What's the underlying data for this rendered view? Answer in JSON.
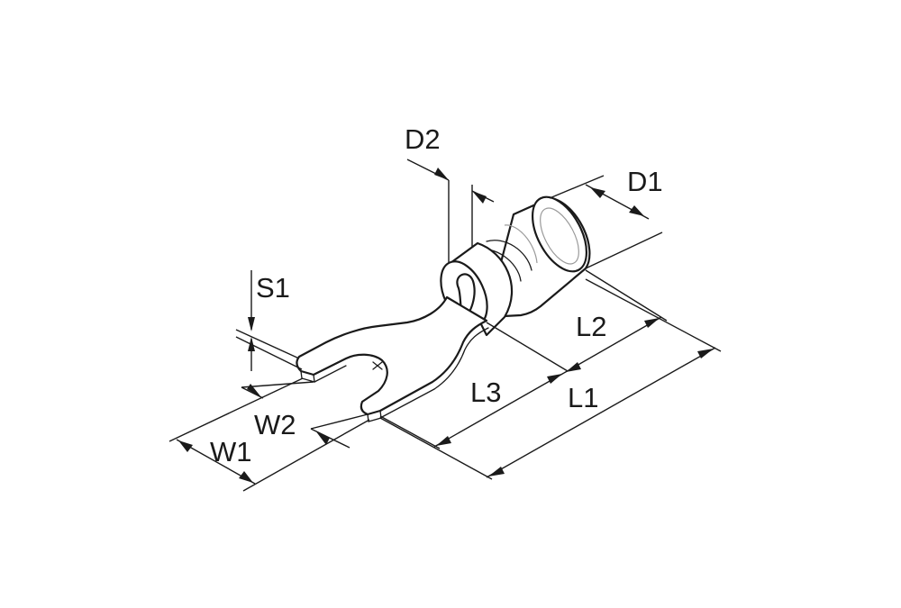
{
  "labels": {
    "d1": "D1",
    "d2": "D2",
    "s1": "S1",
    "l1": "L1",
    "l2": "L2",
    "l3": "L3",
    "w1": "W1",
    "w2": "W2"
  }
}
